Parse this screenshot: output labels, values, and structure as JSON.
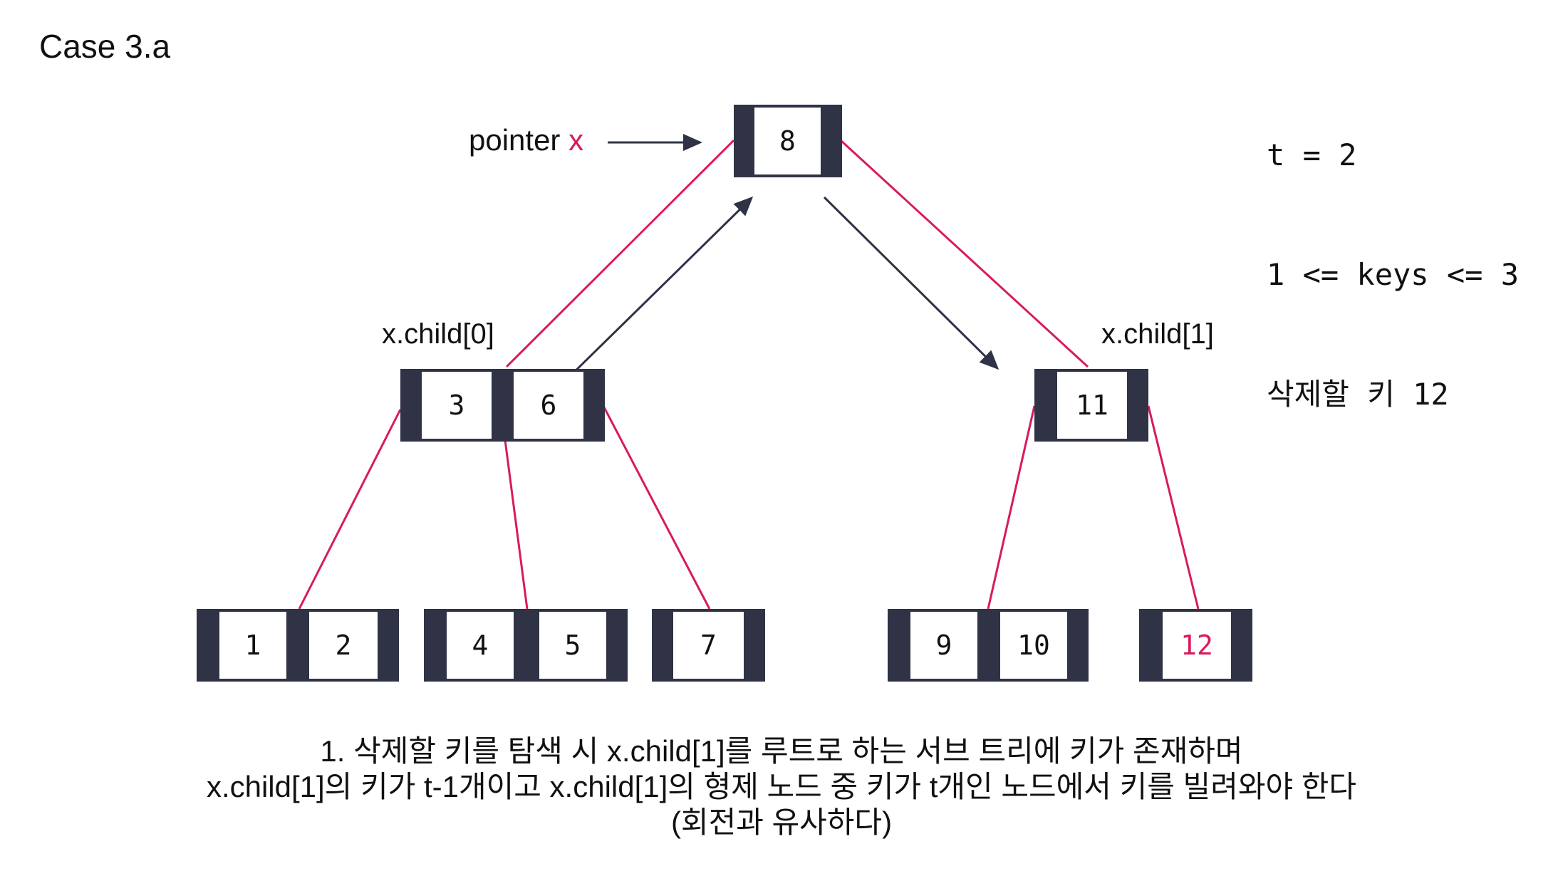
{
  "case_title": "Case 3.a",
  "params": [
    "t = 2",
    "1 <= keys <= 3",
    "삭제할 키 12"
  ],
  "pointer": {
    "text": "pointer",
    "variable": "x"
  },
  "child_labels": {
    "left": "x.child[0]",
    "right": "x.child[1]"
  },
  "nodes": {
    "root": [
      "8"
    ],
    "left": [
      "3",
      "6"
    ],
    "right": [
      "11"
    ],
    "leaf1": [
      "1",
      "2"
    ],
    "leaf2": [
      "4",
      "5"
    ],
    "leaf3": [
      "7"
    ],
    "leaf4": [
      "9",
      "10"
    ],
    "leaf5": [
      "12"
    ]
  },
  "highlight_key": "12",
  "description": [
    "1. 삭제할 키를 탐색 시 x.child[1]를 루트로 하는 서브 트리에 키가 존재하며",
    "x.child[1]의 키가 t-1개이고 x.child[1]의 형제 노드 중 키가 t개인 노드에서 키를 빌려와야 한다",
    "(회전과 유사하다)"
  ],
  "colors": {
    "node_border": "#2f3345",
    "edge": "#d81b5a",
    "arrow": "#2f3345",
    "highlight": "#d81b5a",
    "text": "#111111"
  }
}
